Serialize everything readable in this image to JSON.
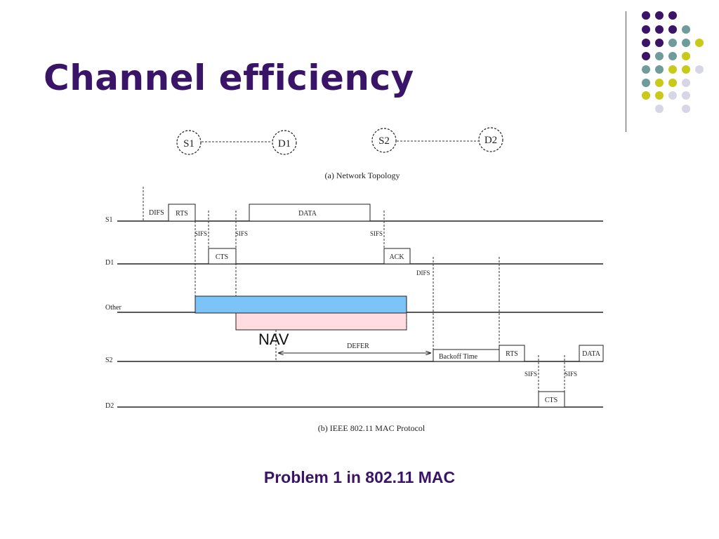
{
  "title": "Channel efficiency",
  "caption": "Problem 1 in 802.11 MAC",
  "topology": {
    "nodes": [
      "S1",
      "D1",
      "S2",
      "D2"
    ],
    "label": "(a) Network Topology"
  },
  "timeline": {
    "rows": [
      "S1",
      "D1",
      "Other",
      "S2",
      "D2"
    ],
    "frames": {
      "s1_difs": "DIFS",
      "s1_rts": "RTS",
      "s1_data": "DATA",
      "d1_cts": "CTS",
      "d1_ack": "ACK",
      "s2_backoff": "Backoff Time",
      "s2_rts": "RTS",
      "s2_data": "DATA",
      "d2_cts": "CTS"
    },
    "gaps": {
      "sifs_1": "SIFS",
      "sifs_2": "SIFS",
      "sifs_3": "SIFS",
      "difs_d1": "DIFS",
      "sifs_4": "SIFS",
      "sifs_5": "SIFS"
    },
    "nav_label": "NAV",
    "defer_label": "DEFER",
    "label": "(b) IEEE 802.11 MAC Protocol",
    "colors": {
      "nav_rts": "#7cc4f8",
      "nav_cts": "#ffdcdf"
    }
  },
  "decor": {
    "dot_colors": [
      "#3b1468",
      "#6f9b9b",
      "#c9c919",
      "#d6d6e6"
    ]
  }
}
